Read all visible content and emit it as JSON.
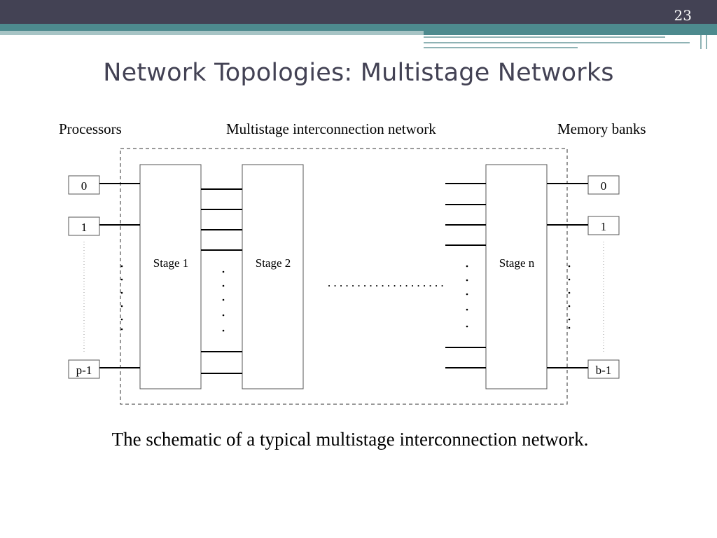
{
  "slide": {
    "page_number": "23",
    "title": "Network Topologies: Multistage Networks",
    "caption": "The schematic of a typical multistage interconnection network."
  },
  "diagram": {
    "headers": {
      "processors": "Processors",
      "network": "Multistage interconnection network",
      "memory": "Memory banks"
    },
    "processors": [
      "0",
      "1",
      "p-1"
    ],
    "memory_banks": [
      "0",
      "1",
      "b-1"
    ],
    "stages": [
      "Stage 1",
      "Stage 2",
      "Stage n"
    ],
    "colors": {
      "topbar": "#434254",
      "teal": "#4d8a8e",
      "title": "#434254"
    }
  }
}
